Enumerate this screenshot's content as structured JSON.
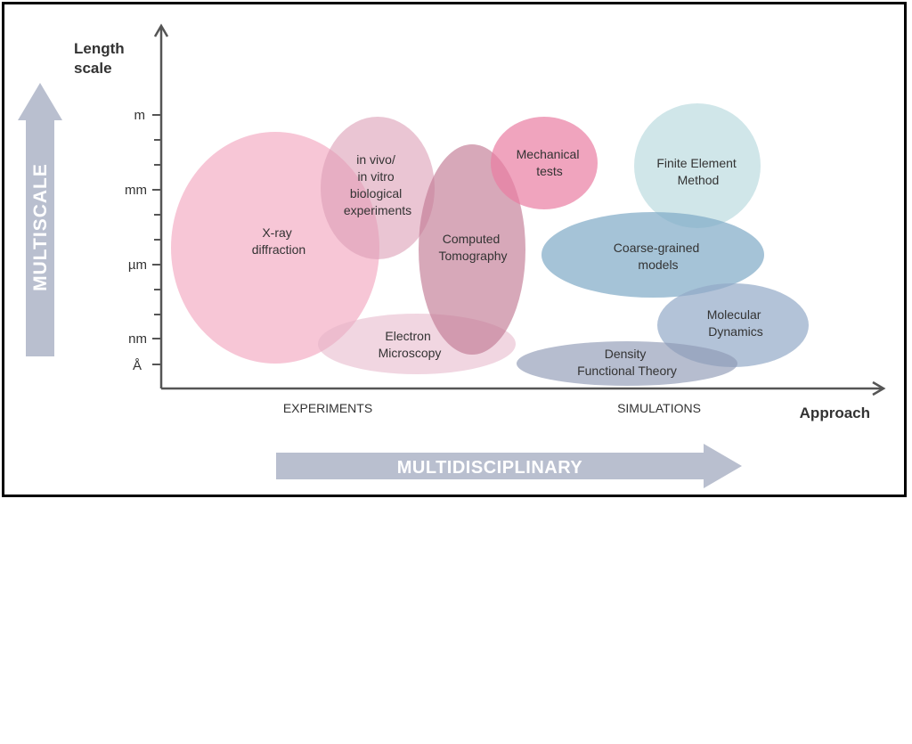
{
  "axes": {
    "y_title_line1": "Length",
    "y_title_line2": "scale",
    "x_title": "Approach",
    "y_ticks": [
      "m",
      "mm",
      "µm",
      "nm",
      "Å"
    ],
    "x_categories": [
      "EXPERIMENTS",
      "SIMULATIONS"
    ]
  },
  "arrows": {
    "vertical_label": "MULTISCALE",
    "horizontal_label": "MULTIDISCIPLINARY"
  },
  "methods": [
    {
      "id": "xray",
      "lines": [
        "X-ray",
        "diffraction"
      ],
      "color": "#f2a7c0"
    },
    {
      "id": "invivo",
      "lines": [
        "in vivo/",
        "in vitro",
        "biological",
        "experiments"
      ],
      "color": "#dc9fb6"
    },
    {
      "id": "electron",
      "lines": [
        "Electron",
        "Microscopy"
      ],
      "color": "#e6b5c8"
    },
    {
      "id": "ct",
      "lines": [
        "Computed",
        "Tomography"
      ],
      "color": "#c27a94"
    },
    {
      "id": "mech",
      "lines": [
        "Mechanical",
        "tests"
      ],
      "color": "#e97ea3"
    },
    {
      "id": "fem",
      "lines": [
        "Finite Element",
        "Method"
      ],
      "color": "#bcdcdf"
    },
    {
      "id": "cg",
      "lines": [
        "Coarse-grained",
        "models"
      ],
      "color": "#7faac6"
    },
    {
      "id": "md",
      "lines": [
        "Molecular",
        "Dynamics"
      ],
      "color": "#93aac8"
    },
    {
      "id": "dft",
      "lines": [
        "Density",
        "Functional Theory"
      ],
      "color": "#8f9ab5"
    }
  ]
}
